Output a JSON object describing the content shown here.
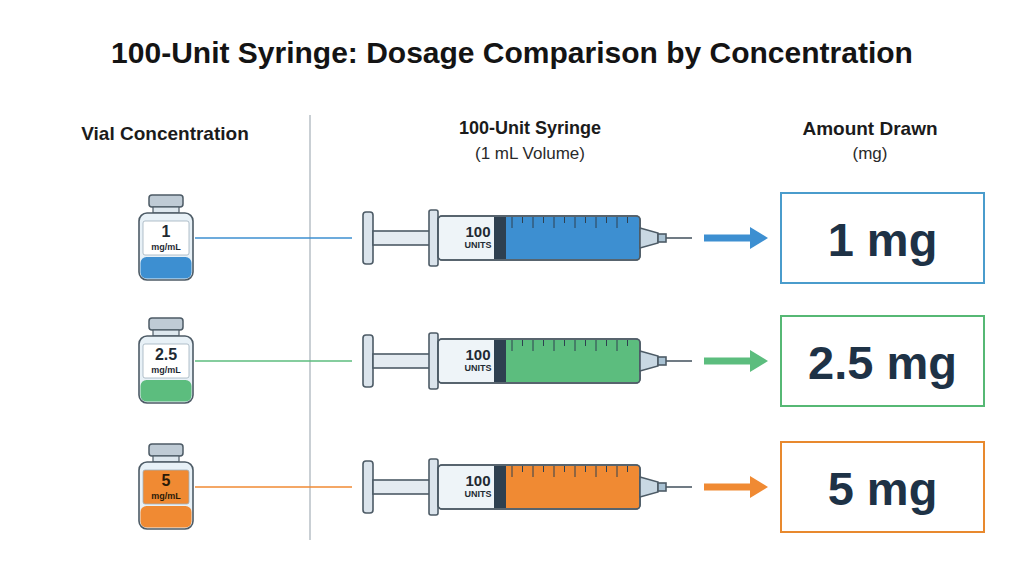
{
  "diagram": {
    "title": "100-Unit Syringe: Dosage Comparison by Concentration",
    "nodes": [
      {
        "text": [
          "1",
          "mg/mL"
        ]
      },
      {
        "text": [
          "100",
          "UNITS"
        ]
      },
      {
        "text": [
          "1 mg"
        ]
      },
      {
        "text": [
          "2.5",
          "mg/mL"
        ]
      },
      {
        "text": [
          "100",
          "UNITS"
        ]
      },
      {
        "text": [
          "2.5 mg"
        ]
      },
      {
        "text": [
          "5",
          "mg/mL"
        ]
      },
      {
        "text": [
          "100",
          "UNITS"
        ]
      },
      {
        "text": [
          "5 mg"
        ]
      }
    ],
    "edges": [
      {
        "from": 0,
        "to": 1,
        "arrow": "none"
      },
      {
        "from": 1,
        "to": 2,
        "arrow": "to"
      },
      {
        "from": 3,
        "to": 4,
        "arrow": "none"
      },
      {
        "from": 4,
        "to": 5,
        "arrow": "to"
      },
      {
        "from": 6,
        "to": 7,
        "arrow": "none"
      },
      {
        "from": 7,
        "to": 8,
        "arrow": "to"
      }
    ],
    "labels": [
      "Vial Concentration",
      "100-Unit Syringe",
      "(1 mL Volume)",
      "Amount Drawn",
      "(mg)"
    ]
  }
}
